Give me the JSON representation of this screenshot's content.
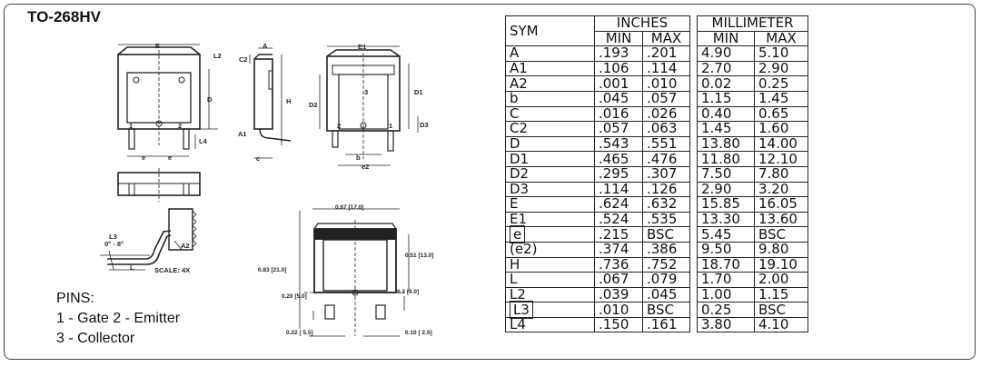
{
  "title": "TO-268HV",
  "pins": {
    "heading": "PINS:",
    "line1": "1 - Gate  2 - Emitter",
    "line2": "3 - Collector"
  },
  "drawing": {
    "E": "E",
    "L2": "L2",
    "D": "D",
    "L4": "L4",
    "pin1": "1",
    "pin2": "2",
    "pin3": "3",
    "e": "e",
    "A": "A",
    "C2": "C2",
    "H": "H",
    "A1": "A1",
    "c": "c",
    "E1": "E1",
    "D1": "D1",
    "D2": "D2",
    "D3": "D3",
    "b": "b",
    "e2": "e2",
    "L3": "L3",
    "angle": "0° - 8°",
    "A2": "A2",
    "L": "L",
    "scale": "SCALE: 4X",
    "fp_width": "0.67 [17.0]",
    "fp_height": "0.51 [13.0]",
    "fp_overall": "0.83 [21.0]",
    "fp_pad_spacing": "0.20 [5.0]",
    "fp_pad_gap": "0.2 [3.0]",
    "fp_pad_length": "0.22 [ 5.5]",
    "fp_pad_width": "0.10 [ 2.5]"
  },
  "table": {
    "sym_header": "SYM",
    "inches_header": "INCHES",
    "mm_header": "MILLIMETER",
    "min_label": "MIN",
    "max_label": "MAX",
    "rows": [
      {
        "sym": "A",
        "in_min": ".193",
        "in_max": ".201",
        "mm_min": "4.90",
        "mm_max": "5.10"
      },
      {
        "sym": "A1",
        "in_min": ".106",
        "in_max": ".114",
        "mm_min": "2.70",
        "mm_max": "2.90"
      },
      {
        "sym": "A2",
        "in_min": ".001",
        "in_max": ".010",
        "mm_min": "0.02",
        "mm_max": "0.25"
      },
      {
        "sym": "b",
        "in_min": ".045",
        "in_max": ".057",
        "mm_min": "1.15",
        "mm_max": "1.45"
      },
      {
        "sym": "C",
        "in_min": ".016",
        "in_max": ".026",
        "mm_min": "0.40",
        "mm_max": "0.65"
      },
      {
        "sym": "C2",
        "in_min": ".057",
        "in_max": ".063",
        "mm_min": "1.45",
        "mm_max": "1.60"
      },
      {
        "sym": "D",
        "in_min": ".543",
        "in_max": ".551",
        "mm_min": "13.80",
        "mm_max": "14.00"
      },
      {
        "sym": "D1",
        "in_min": ".465",
        "in_max": ".476",
        "mm_min": "11.80",
        "mm_max": "12.10"
      },
      {
        "sym": "D2",
        "in_min": ".295",
        "in_max": ".307",
        "mm_min": "7.50",
        "mm_max": "7.80"
      },
      {
        "sym": "D3",
        "in_min": ".114",
        "in_max": ".126",
        "mm_min": "2.90",
        "mm_max": "3.20"
      },
      {
        "sym": "E",
        "in_min": ".624",
        "in_max": ".632",
        "mm_min": "15.85",
        "mm_max": "16.05"
      },
      {
        "sym": "E1",
        "in_min": ".524",
        "in_max": ".535",
        "mm_min": "13.30",
        "mm_max": "13.60"
      },
      {
        "sym": "e",
        "boxed": true,
        "in_min": ".215",
        "in_max": "BSC",
        "mm_min": "5.45",
        "mm_max": "BSC"
      },
      {
        "sym": "(e2)",
        "in_min": ".374",
        "in_max": ".386",
        "mm_min": "9.50",
        "mm_max": "9.80"
      },
      {
        "sym": "H",
        "in_min": ".736",
        "in_max": ".752",
        "mm_min": "18.70",
        "mm_max": "19.10"
      },
      {
        "sym": "L",
        "in_min": ".067",
        "in_max": ".079",
        "mm_min": "1.70",
        "mm_max": "2.00"
      },
      {
        "sym": "L2",
        "in_min": ".039",
        "in_max": ".045",
        "mm_min": "1.00",
        "mm_max": "1.15"
      },
      {
        "sym": "L3",
        "boxed": true,
        "in_min": ".010",
        "in_max": "BSC",
        "mm_min": "0.25",
        "mm_max": "BSC"
      },
      {
        "sym": "L4",
        "in_min": ".150",
        "in_max": ".161",
        "mm_min": "3.80",
        "mm_max": "4.10"
      }
    ]
  }
}
